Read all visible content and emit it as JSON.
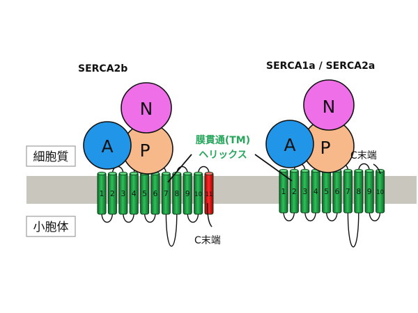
{
  "left_panel": {
    "title": "SERCA2b",
    "domains": {
      "a": "A",
      "p": "P",
      "n": "N"
    },
    "helices": [
      "1",
      "2",
      "3",
      "4",
      "5",
      "6",
      "7",
      "8",
      "9",
      "10",
      "11"
    ],
    "c_terminus": "C末端"
  },
  "right_panel": {
    "title": "SERCA1a / SERCA2a",
    "domains": {
      "a": "A",
      "p": "P",
      "n": "N"
    },
    "helices": [
      "1",
      "2",
      "3",
      "4",
      "5",
      "6",
      "7",
      "8",
      "9",
      "10"
    ],
    "c_terminus": "C末端"
  },
  "compartments": {
    "cytoplasm": "細胞質",
    "er_lumen": "小胞体"
  },
  "tm_label": {
    "line1": "膜貫通(TM)",
    "line2": "ヘリックス"
  },
  "colors": {
    "membrane": "#c9c7bd",
    "helix": "#23a347",
    "helix_extra": "#ee1111",
    "domain_a": "#2196e8",
    "domain_p": "#f7b98a",
    "domain_n": "#ee6fe8",
    "tm_label": "#26a65b"
  }
}
